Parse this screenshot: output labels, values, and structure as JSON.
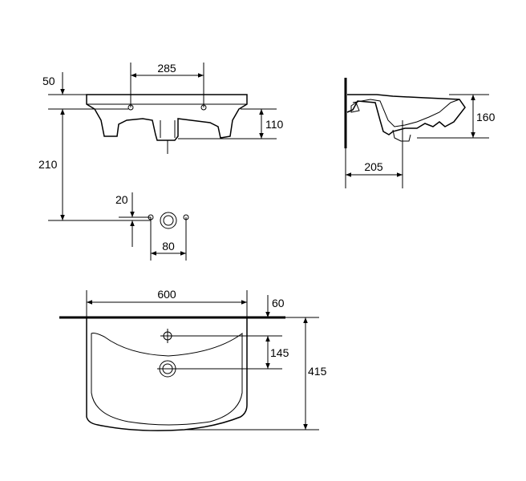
{
  "drawing": {
    "top_view": {
      "hole_spacing": "285",
      "top_offset": "50",
      "height_to_outlet": "210",
      "basin_depth": "110",
      "outlet_offset": "20",
      "outlet_spacing": "80"
    },
    "side_view": {
      "height": "160",
      "depth": "205"
    },
    "plan_view": {
      "width": "600",
      "wall_offset": "60",
      "tap_to_drain": "145",
      "total_depth": "415"
    }
  },
  "colors": {
    "line": "#000000",
    "background": "#ffffff"
  }
}
